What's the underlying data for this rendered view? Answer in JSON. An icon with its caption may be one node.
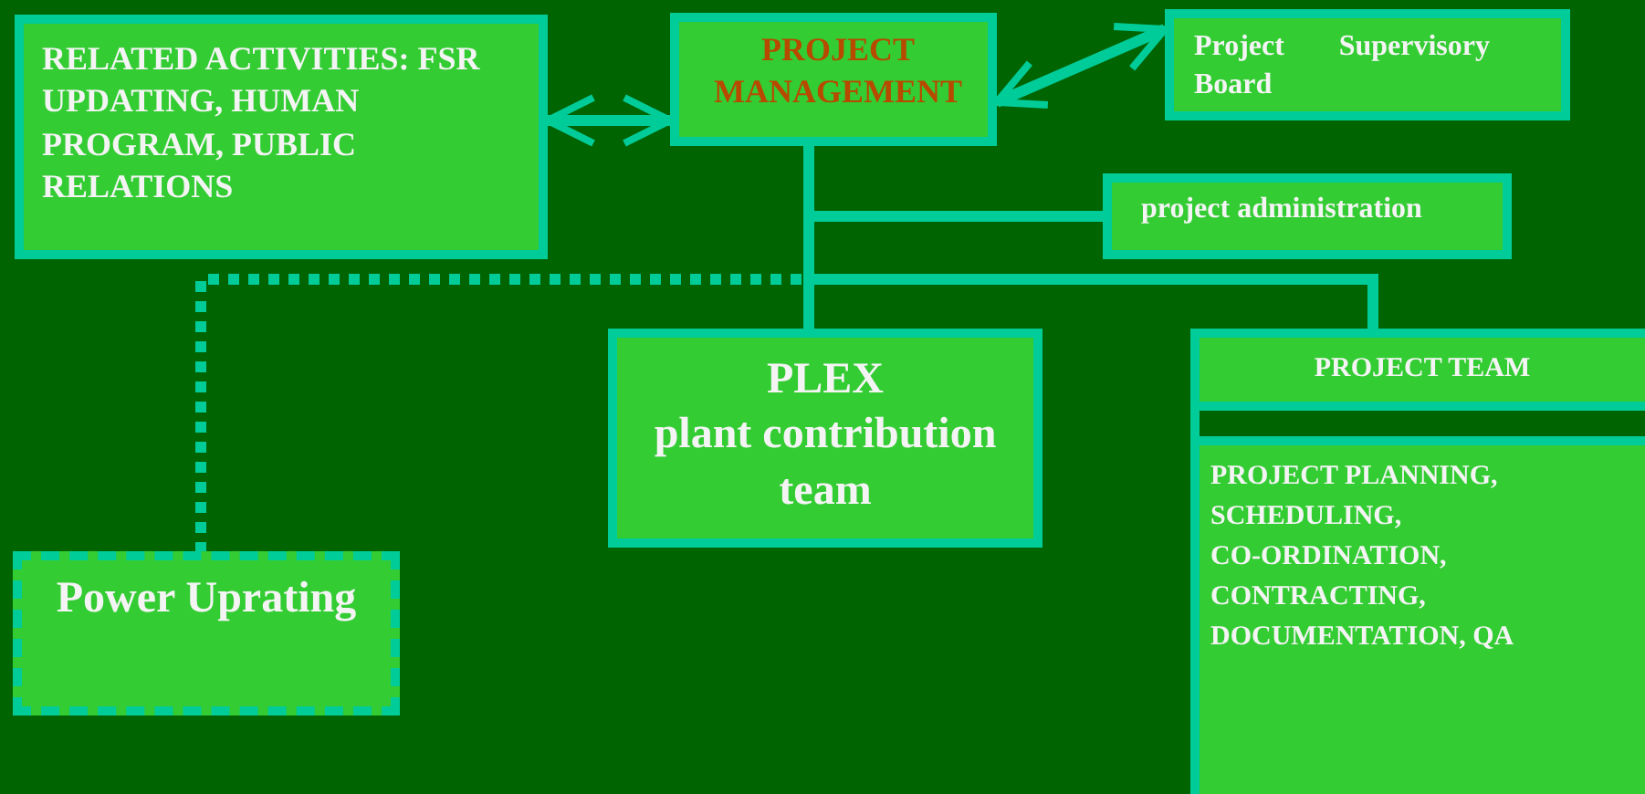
{
  "diagram": {
    "nodes": [
      {
        "text": [
          "RELATED ACTIVITIES: FSR UPDATING, HUMAN PROGRAM, PUBLIC RELATIONS"
        ]
      },
      {
        "text": [
          "PROJECT MANAGEMENT"
        ]
      },
      {
        "text": [
          "Project Supervisory Board"
        ]
      },
      {
        "text": [
          "project administration"
        ]
      },
      {
        "text": [
          "PLEX",
          "plant contribution team"
        ]
      },
      {
        "text": [
          "Power Uprating"
        ]
      },
      {
        "text": [
          "PROJECT TEAM",
          "PROJECT PLANNING, SCHEDULING, CO-ORDINATION, CONTRACTING, DOCUMENTATION, QA"
        ]
      }
    ],
    "edges": [
      {
        "from": 0,
        "to": 1,
        "arrow": "both"
      },
      {
        "from": 1,
        "to": 2,
        "arrow": "both"
      },
      {
        "from": 1,
        "to": 3,
        "arrow": "none"
      },
      {
        "from": 1,
        "to": 4,
        "arrow": "none"
      },
      {
        "from": 1,
        "to": 6,
        "arrow": "none"
      },
      {
        "from": 1,
        "to": 5,
        "arrow": "none",
        "style": "dashed"
      }
    ]
  }
}
